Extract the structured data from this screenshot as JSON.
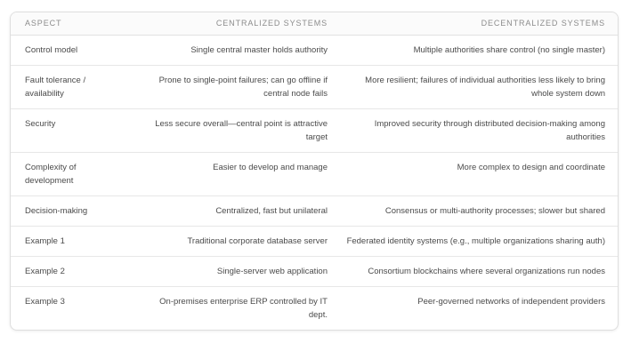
{
  "table": {
    "columns": [
      {
        "label": "ASPECT",
        "align": "left"
      },
      {
        "label": "CENTRALIZED SYSTEMS",
        "align": "right"
      },
      {
        "label": "DECENTRALIZED SYSTEMS",
        "align": "right"
      }
    ],
    "rows": [
      {
        "aspect": "Control model",
        "centralized": "Single central master holds authority",
        "decentralized": "Multiple authorities share control (no single master)"
      },
      {
        "aspect": "Fault tolerance / availability",
        "centralized": "Prone to single-point failures; can go offline if central node fails",
        "decentralized": "More resilient; failures of individual authorities less likely to bring whole system down"
      },
      {
        "aspect": "Security",
        "centralized": "Less secure overall—central point is attractive target",
        "decentralized": "Improved security through distributed decision-making among authorities"
      },
      {
        "aspect": "Complexity of development",
        "centralized": "Easier to develop and manage",
        "decentralized": "More complex to design and coordinate"
      },
      {
        "aspect": "Decision-making",
        "centralized": "Centralized, fast but unilateral",
        "decentralized": "Consensus or multi-authority processes; slower but shared"
      },
      {
        "aspect": "Example 1",
        "centralized": "Traditional corporate database server",
        "decentralized": "Federated identity systems (e.g., multiple organizations sharing auth)"
      },
      {
        "aspect": "Example 2",
        "centralized": "Single-server web application",
        "decentralized": "Consortium blockchains where several organizations run nodes"
      },
      {
        "aspect": "Example 3",
        "centralized": "On-premises enterprise ERP controlled by IT dept.",
        "decentralized": "Peer-governed networks of independent providers"
      }
    ]
  },
  "colors": {
    "page_background": "#ffffff",
    "card_border": "#dedede",
    "row_separator": "#e7e7e7",
    "header_background": "#fbfbfb",
    "header_text": "#8c8c8c",
    "body_text": "#4b4b4b"
  }
}
